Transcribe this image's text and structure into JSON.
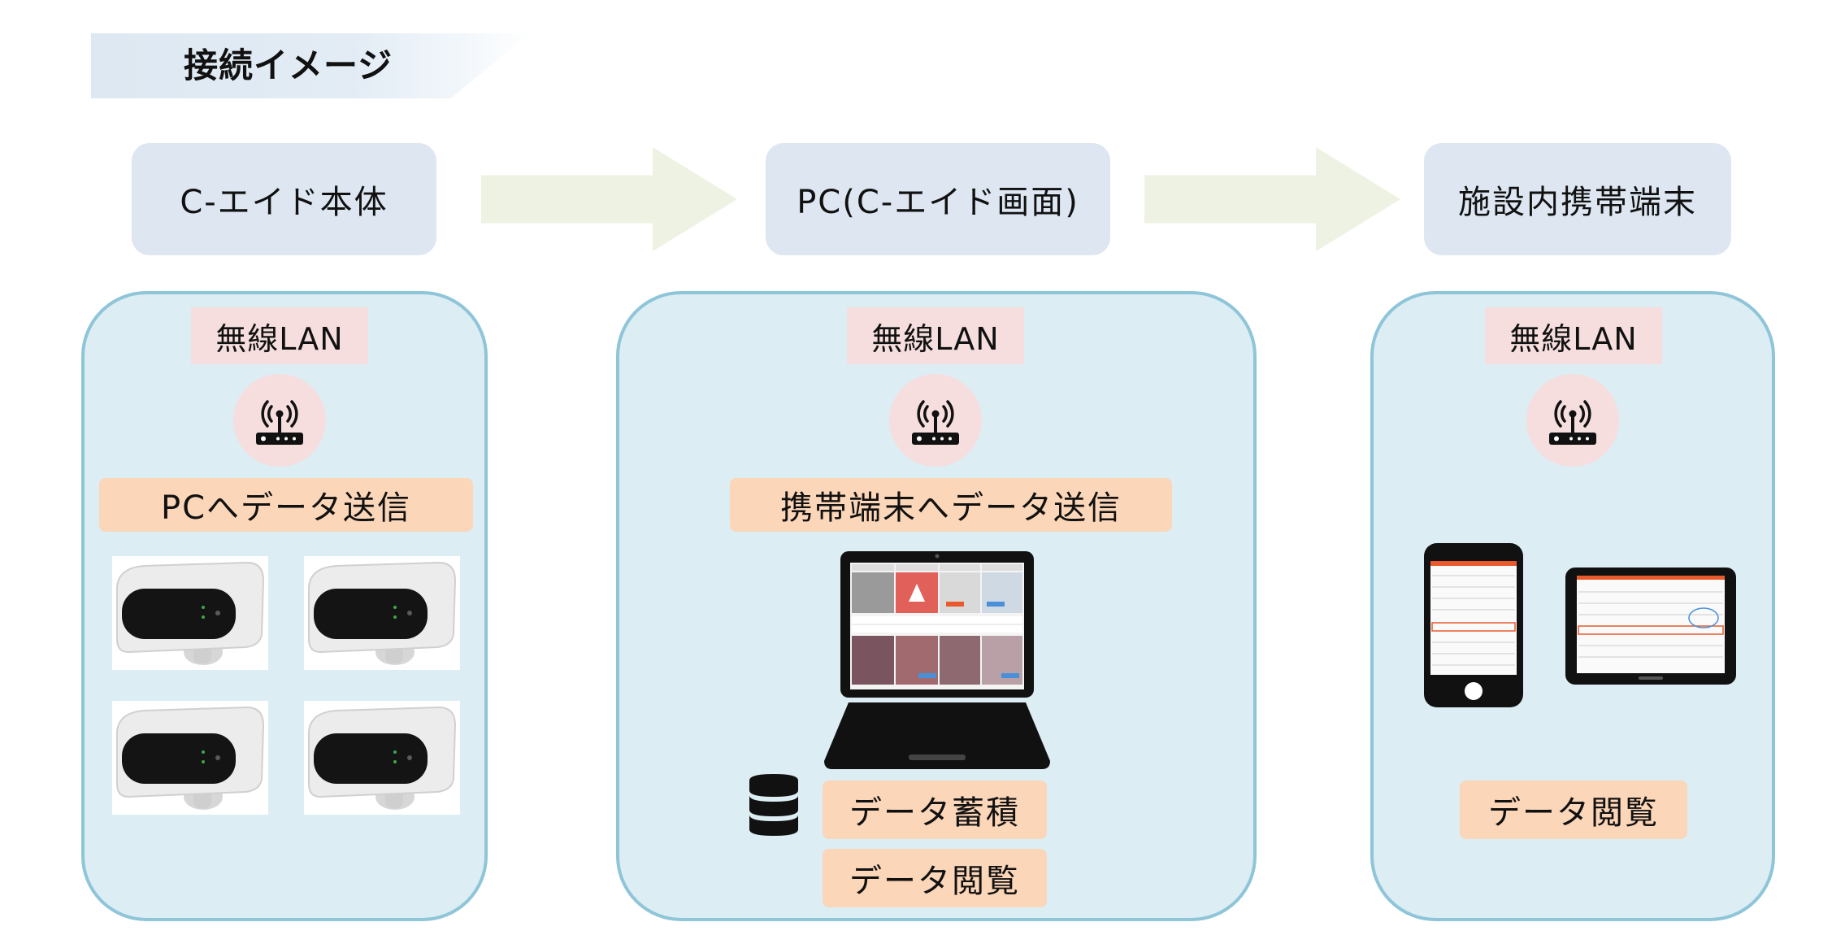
{
  "title": "接続イメージ",
  "flow": [
    {
      "label": "C-エイド本体"
    },
    {
      "label": "PC(C-エイド画面)"
    },
    {
      "label": "施設内携帯端末"
    }
  ],
  "panels": [
    {
      "network": "無線LAN",
      "action": "PCへデータ送信"
    },
    {
      "network": "無線LAN",
      "action": "携帯端末へデータ送信",
      "store": "データ蓄積",
      "view": "データ閲覧"
    },
    {
      "network": "無線LAN",
      "view": "データ閲覧"
    }
  ],
  "icons": {
    "router": "wifi-router-icon",
    "camera": "camera-device-icon",
    "laptop": "laptop-icon",
    "database": "database-icon",
    "smartphone": "smartphone-icon",
    "tablet": "tablet-icon"
  },
  "colors": {
    "panel_fill": "#dcedf3",
    "panel_border": "#8ec5d8",
    "head_box": "#dde6f1",
    "arrow": "#eef2e2",
    "network_tag": "#f6dede",
    "action_tag": "#fbd6b8",
    "screen_accent": "#e85a2c"
  }
}
